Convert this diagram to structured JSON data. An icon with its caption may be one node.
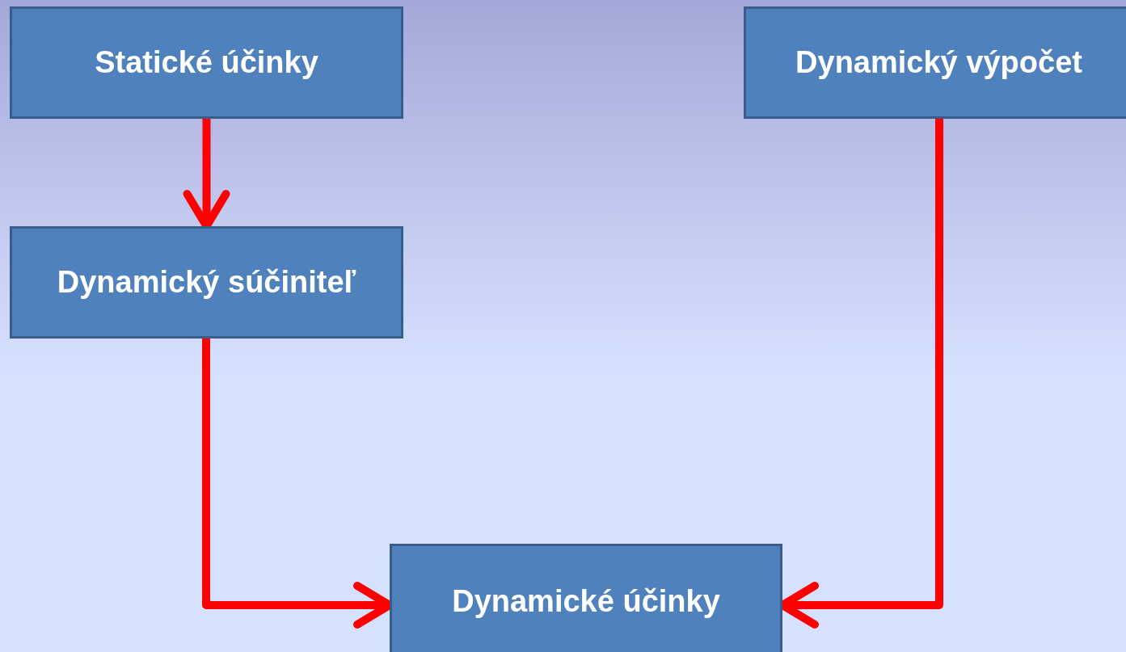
{
  "diagram": {
    "nodes": [
      {
        "text": [
          "Statické účinky"
        ]
      },
      {
        "text": [
          "Dynamický súčiniteľ"
        ]
      },
      {
        "text": [
          "Dynamický výpočet"
        ]
      },
      {
        "text": [
          "Dynamické účinky"
        ]
      }
    ],
    "edges": [
      {
        "from": 0,
        "to": 1,
        "arrow": "to"
      },
      {
        "from": 1,
        "to": 3,
        "arrow": "to"
      },
      {
        "from": 2,
        "to": 3,
        "arrow": "to"
      }
    ]
  }
}
